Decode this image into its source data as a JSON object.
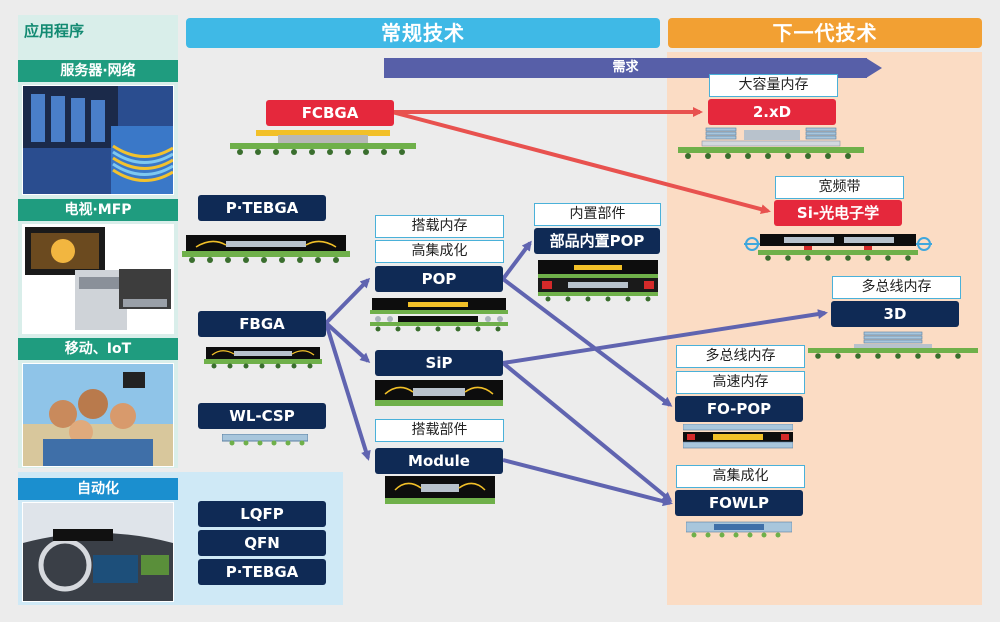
{
  "headers": {
    "conventional": "常规技术",
    "next_gen": "下一代技术"
  },
  "applications": {
    "title": "应用程序",
    "items": [
      "服务器·网络",
      "电视·MFP",
      "移动、IoT",
      "自动化"
    ]
  },
  "demand_label": "需求",
  "conventional": {
    "fcbga": "FCBGA",
    "p_tebga_1": "P·TEBGA",
    "fbga": "FBGA",
    "wl_csp": "WL-CSP",
    "lqfp": "LQFP",
    "qfn": "QFN",
    "p_tebga_2": "P·TEBGA",
    "pop": "POP",
    "pop_tag_1": "搭载内存",
    "pop_tag_2": "高集成化",
    "sip": "SiP",
    "module": "Module",
    "module_tag": "搭载部件",
    "embedded_pop": "部品内置POP",
    "embedded_pop_tag": "内置部件"
  },
  "next_gen": {
    "x2d": "2.xD",
    "x2d_tag": "大容量内存",
    "si_photonics": "Si-光电子学",
    "si_photonics_tag": "宽频带",
    "d3": "3D",
    "d3_tag": "多总线内存",
    "fo_pop": "FO-POP",
    "fo_pop_tag_1": "多总线内存",
    "fo_pop_tag_2": "高速内存",
    "fowlp": "FOWLP",
    "fowlp_tag": "高集成化"
  },
  "colors": {
    "conventional_header": "#3fb9e6",
    "next_header": "#f2a033",
    "demand_arrow": "#575fa8",
    "navy_box": "#0f2a55",
    "red_box": "#e5283c",
    "red_arrow": "#e8524f",
    "blue_arrow": "#6064b0"
  }
}
